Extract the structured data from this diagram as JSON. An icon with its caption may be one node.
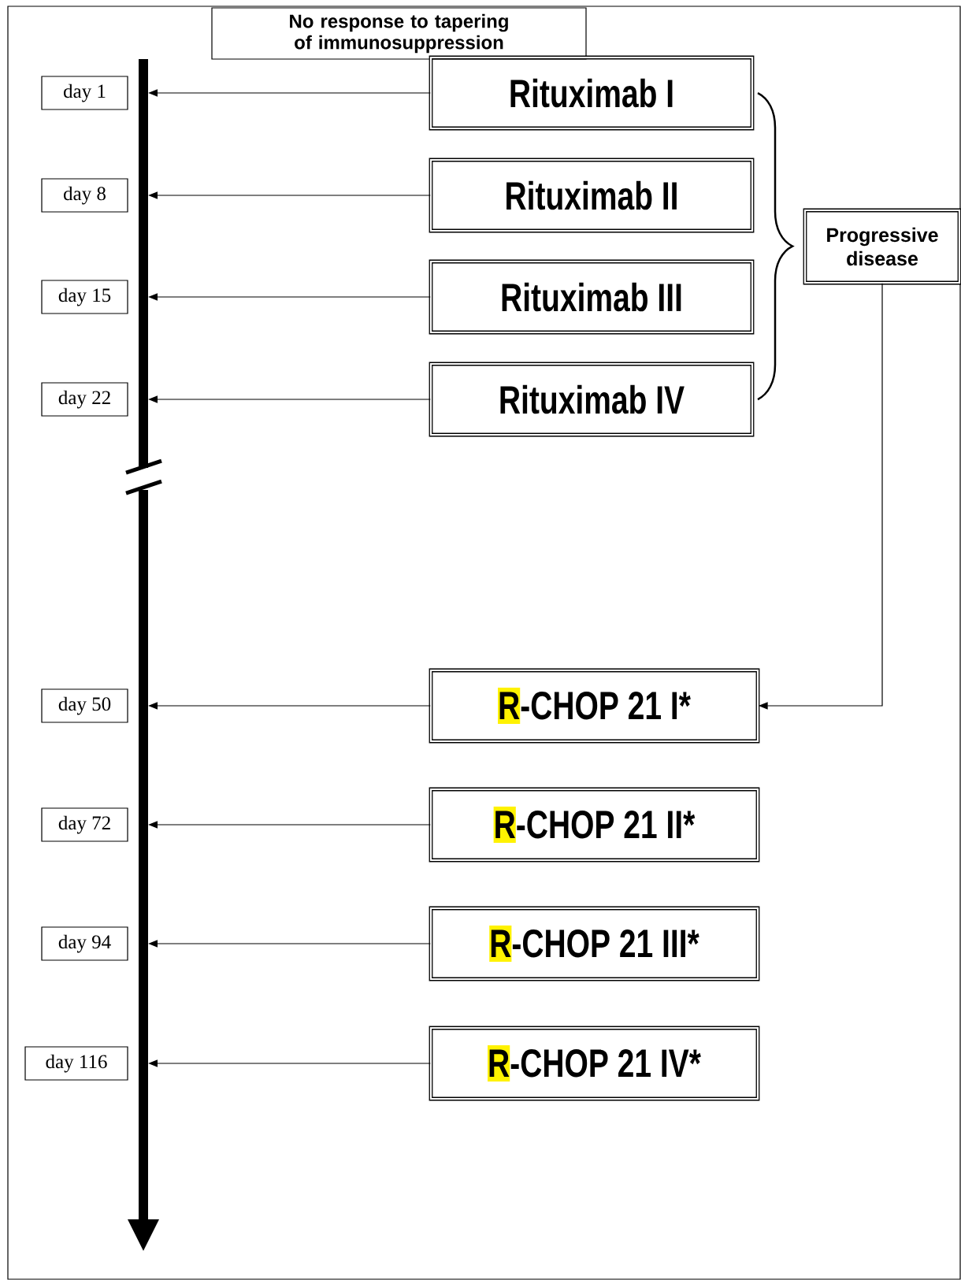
{
  "diagram": {
    "nodes": [
      {
        "text": [
          "No response to tapering of immunosuppression"
        ]
      },
      {
        "text": [
          "day 1"
        ]
      },
      {
        "text": [
          "day 8"
        ]
      },
      {
        "text": [
          "day 15"
        ]
      },
      {
        "text": [
          "day 22"
        ]
      },
      {
        "text": [
          "day 50"
        ]
      },
      {
        "text": [
          "day 72"
        ]
      },
      {
        "text": [
          "day 94"
        ]
      },
      {
        "text": [
          "day 116"
        ]
      },
      {
        "text": [
          "Rituximab I"
        ]
      },
      {
        "text": [
          "Rituximab II"
        ]
      },
      {
        "text": [
          "Rituximab III"
        ]
      },
      {
        "text": [
          "Rituximab IV"
        ]
      },
      {
        "text": [
          "Progressive disease"
        ]
      },
      {
        "text": [
          "R-CHOP 21 I*"
        ]
      },
      {
        "text": [
          "R-CHOP 21 II*"
        ]
      },
      {
        "text": [
          "R-CHOP 21 III*"
        ]
      },
      {
        "text": [
          "R-CHOP 21 IV*"
        ]
      }
    ],
    "edges": [
      {
        "from": 9,
        "to": null,
        "arrow": "to"
      },
      {
        "from": 10,
        "to": null,
        "arrow": "to"
      },
      {
        "from": 11,
        "to": null,
        "arrow": "to"
      },
      {
        "from": 12,
        "to": null,
        "arrow": "to"
      },
      {
        "from": 13,
        "to": 14,
        "arrow": "to"
      },
      {
        "from": 14,
        "to": null,
        "arrow": "to"
      },
      {
        "from": 15,
        "to": null,
        "arrow": "to"
      },
      {
        "from": 16,
        "to": null,
        "arrow": "to"
      },
      {
        "from": 17,
        "to": null,
        "arrow": "to"
      }
    ]
  }
}
